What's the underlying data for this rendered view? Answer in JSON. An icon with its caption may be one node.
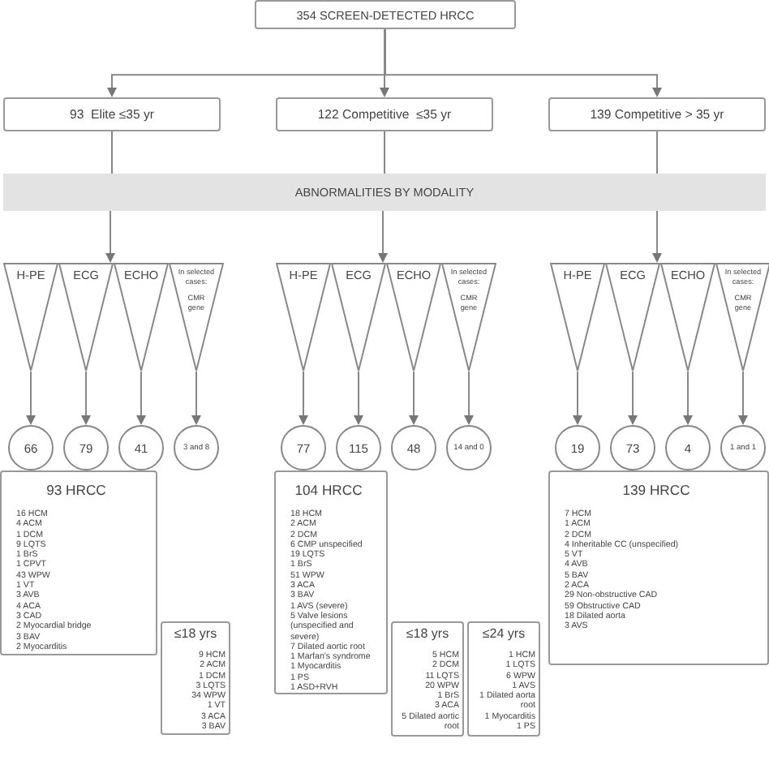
{
  "diagram": {
    "nodes": [
      {
        "text": [
          "354 SCREEN-DETECTED HRCC"
        ]
      },
      {
        "text": [
          "93  Elite ≤35 yr"
        ]
      },
      {
        "text": [
          "122 Competitive  ≤35 yr"
        ]
      },
      {
        "text": [
          "139 Competitive > 35 yr"
        ]
      },
      {
        "text": [
          "ABNORMALITIES BY MODALITY"
        ]
      },
      {
        "text": [
          "H-PE"
        ]
      },
      {
        "text": [
          "ECG"
        ]
      },
      {
        "text": [
          "ECHO"
        ]
      },
      {
        "text": [
          "In selected cases:",
          "CMR gene"
        ]
      },
      {
        "text": [
          "H-PE"
        ]
      },
      {
        "text": [
          "ECG"
        ]
      },
      {
        "text": [
          "ECHO"
        ]
      },
      {
        "text": [
          "In selected cases:",
          "CMR gene"
        ]
      },
      {
        "text": [
          "H-PE"
        ]
      },
      {
        "text": [
          "ECG"
        ]
      },
      {
        "text": [
          "ECHO"
        ]
      },
      {
        "text": [
          "In selected cases:",
          "CMR gene"
        ]
      },
      {
        "text": [
          "66"
        ]
      },
      {
        "text": [
          "79"
        ]
      },
      {
        "text": [
          "41"
        ]
      },
      {
        "text": [
          "3 and 8"
        ]
      },
      {
        "text": [
          "77"
        ]
      },
      {
        "text": [
          "115"
        ]
      },
      {
        "text": [
          "48"
        ]
      },
      {
        "text": [
          "14 and 0"
        ]
      },
      {
        "text": [
          "19"
        ]
      },
      {
        "text": [
          "73"
        ]
      },
      {
        "text": [
          "4"
        ]
      },
      {
        "text": [
          "1 and 1"
        ]
      },
      {
        "text": [
          "93 HRCC",
          "16 HCM",
          "4 ACM",
          "1 DCM",
          "9 LQTS",
          "1 BrS",
          "1 CPVT",
          "43 WPW",
          "1 VT",
          "3 AVB",
          "4 ACA",
          "3 CAD",
          "2 Myocardial bridge",
          "3 BAV",
          "2 Myocarditis"
        ]
      },
      {
        "text": [
          "≤18 yrs",
          "9 HCM",
          "2 ACM",
          "1 DCM",
          "3 LQTS",
          "34 WPW",
          "1 VT",
          "3 ACA",
          "3 BAV"
        ]
      },
      {
        "text": [
          "104 HRCC",
          "18 HCM",
          "2 ACM",
          "2 DCM",
          "6 CMP unspecified",
          "19 LQTS",
          "1 BrS",
          "51 WPW",
          "3 ACA",
          "3 BAV",
          "1 AVS (severe)",
          "5 Valve lesions (unspecified and severe)",
          "7 Dilated aortic root",
          "1 Marfan's syndrome",
          "1 Myocarditis",
          "1 PS",
          "1 ASD+RVH"
        ]
      },
      {
        "text": [
          "≤18 yrs",
          "5 HCM",
          "2 DCM",
          "11 LQTS",
          "20 WPW",
          "1 BrS",
          "3 ACA",
          "5 Dilated aortic root"
        ]
      },
      {
        "text": [
          "≤24 yrs",
          "1 HCM",
          "1 LQTS",
          "6 WPW",
          "1 AVS",
          "1 Dilated aorta root",
          "1 Myocarditis",
          "1 PS"
        ]
      },
      {
        "text": [
          "139 HRCC",
          "7 HCM",
          "1 ACM",
          "2 DCM",
          "4 Inheritable CC (unspecified)",
          "5 VT",
          "4 AVB",
          "5 BAV",
          "2 ACA",
          "29 Non-obstructive CAD",
          "59 Obstructive CAD",
          "18 Dilated aorta",
          "3 AVS"
        ]
      }
    ],
    "edges": [
      {
        "from": 0,
        "to": 1,
        "arrow": "to"
      },
      {
        "from": 0,
        "to": 2,
        "arrow": "to"
      },
      {
        "from": 0,
        "to": 3,
        "arrow": "to"
      },
      {
        "from": 1,
        "to": 4,
        "arrow": "none"
      },
      {
        "from": 2,
        "to": 4,
        "arrow": "none"
      },
      {
        "from": 3,
        "to": 4,
        "arrow": "none"
      },
      {
        "from": 4,
        "to": 6,
        "arrow": "to"
      },
      {
        "from": 4,
        "to": 10,
        "arrow": "to"
      },
      {
        "from": 4,
        "to": 14,
        "arrow": "to"
      },
      {
        "from": 5,
        "to": 17,
        "arrow": "to"
      },
      {
        "from": 6,
        "to": 18,
        "arrow": "to"
      },
      {
        "from": 7,
        "to": 19,
        "arrow": "to"
      },
      {
        "from": 8,
        "to": 20,
        "arrow": "to"
      },
      {
        "from": 9,
        "to": 21,
        "arrow": "to"
      },
      {
        "from": 10,
        "to": 22,
        "arrow": "to"
      },
      {
        "from": 11,
        "to": 23,
        "arrow": "to"
      },
      {
        "from": 12,
        "to": 24,
        "arrow": "to"
      },
      {
        "from": 13,
        "to": 25,
        "arrow": "to"
      },
      {
        "from": 14,
        "to": 26,
        "arrow": "to"
      },
      {
        "from": 15,
        "to": 27,
        "arrow": "to"
      },
      {
        "from": 16,
        "to": 28,
        "arrow": "to"
      }
    ]
  }
}
